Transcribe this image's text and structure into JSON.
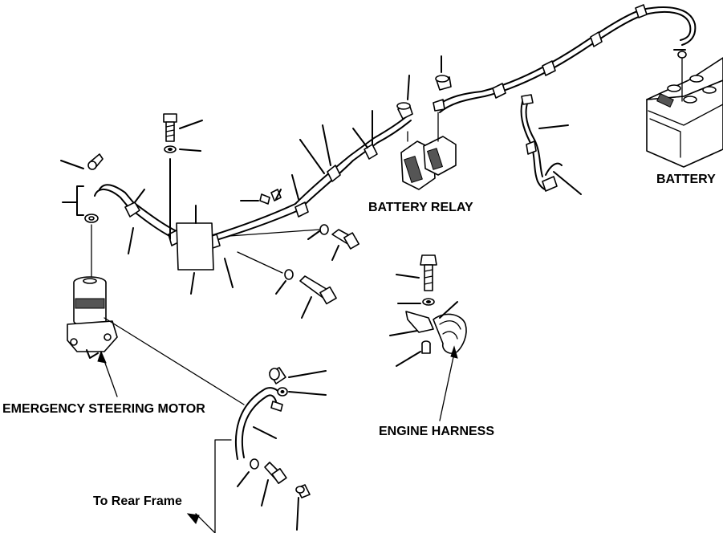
{
  "labels": {
    "battery_relay": "BATTERY RELAY",
    "battery": "BATTERY",
    "emergency_steering_motor": "EMERGENCY STEERING MOTOR",
    "engine_harness": "ENGINE HARNESS",
    "to_rear_frame": "To Rear Frame"
  }
}
